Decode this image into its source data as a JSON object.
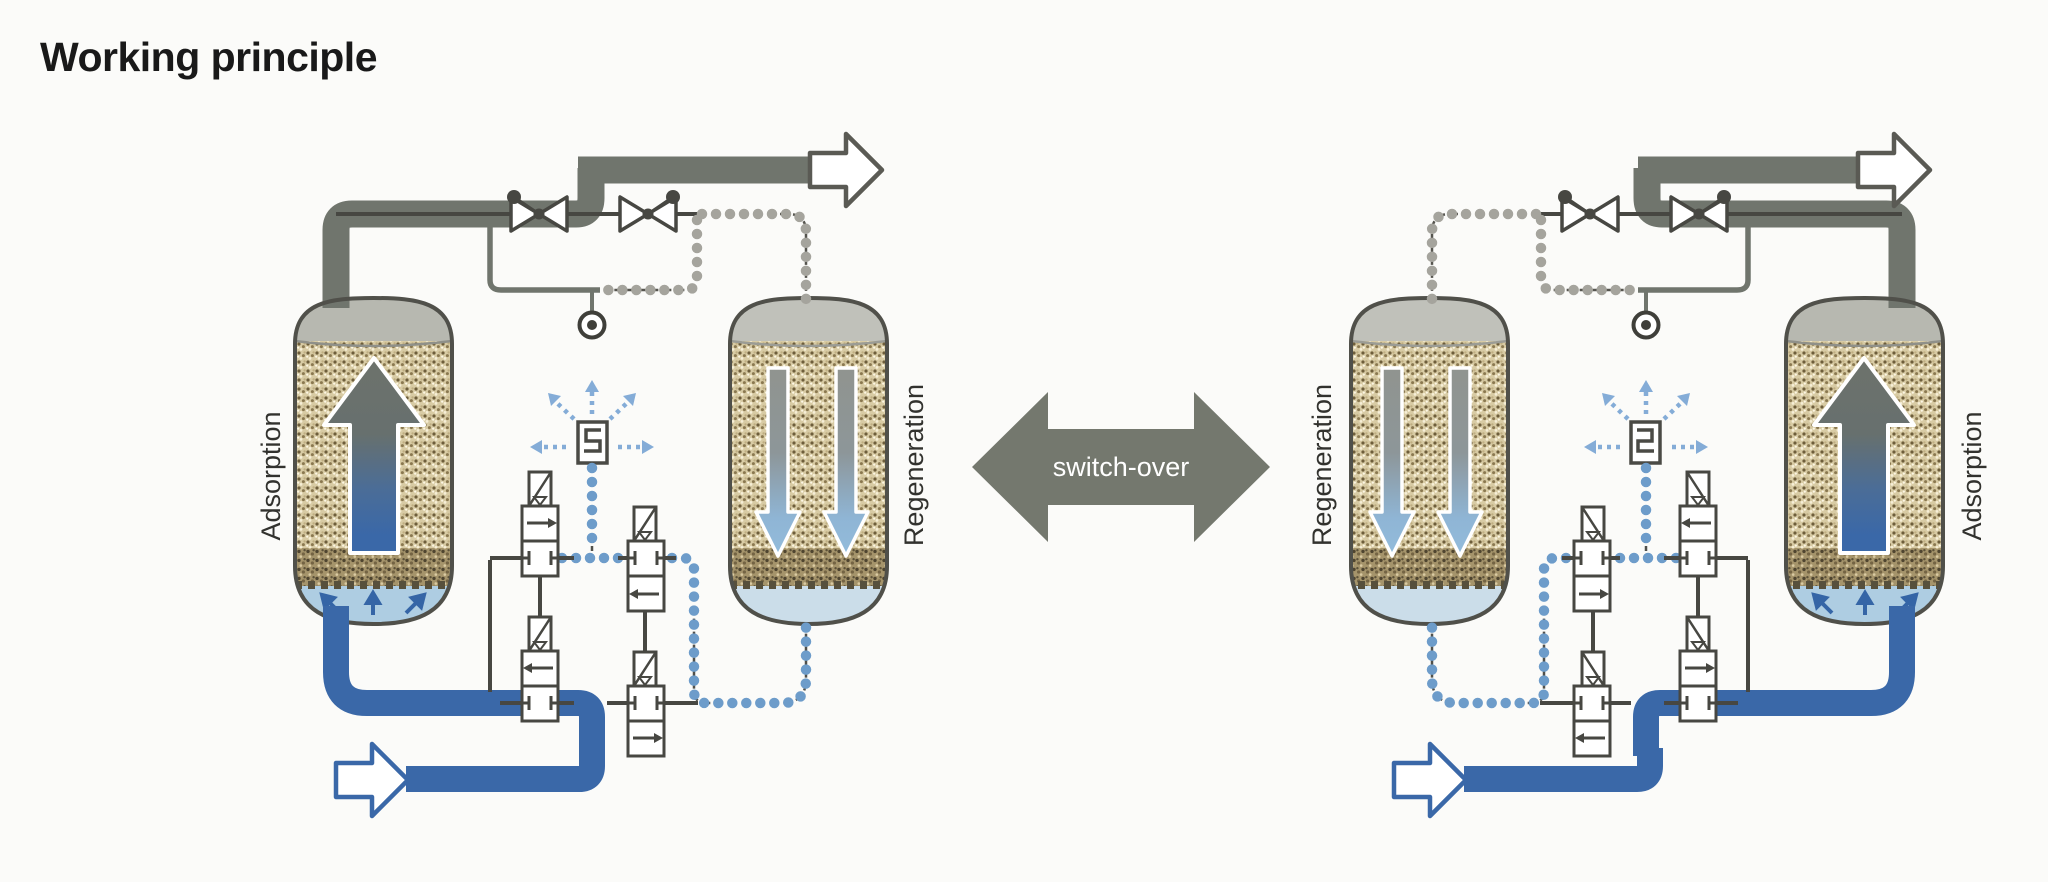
{
  "title": "Working principle",
  "switch_over": {
    "label": "switch-over"
  },
  "states": [
    {
      "id": "state-1",
      "vessels": [
        {
          "position": "left",
          "label": "Adsorption",
          "flow_direction": "up"
        },
        {
          "position": "right",
          "label": "Regeneration",
          "flow_direction": "down"
        }
      ]
    },
    {
      "id": "state-2",
      "vessels": [
        {
          "position": "left",
          "label": "Regeneration",
          "flow_direction": "down"
        },
        {
          "position": "right",
          "label": "Adsorption",
          "flow_direction": "up"
        }
      ]
    }
  ],
  "symbols": {
    "inlet_arrow": "flow-inlet-arrow",
    "outlet_arrow": "flow-outlet-arrow",
    "gate_valve": "gate-valve",
    "solenoid_valve": "solenoid-pilot-valve",
    "muffler": "purge-exhaust-muffler",
    "orifice": "purge-orifice",
    "switch_arrow": "double-headed-arrow",
    "purge_line": "dotted-purge-line"
  },
  "colors": {
    "background": "#fbfbf9",
    "pipe_gray": "#70756d",
    "pipe_blue": "#3a68a8",
    "bead_gray": "#a5a49d",
    "bead_blue": "#6d9cca",
    "exhaust_blue": "#84acd7",
    "desiccant": "#d8cba4",
    "desiccant_dark": "#a5946b",
    "liquid_adsorption": "#aecde2",
    "liquid_regeneration": "#cbdde9",
    "dome_gray": "#b9bab2",
    "outline_dark": "#474742",
    "switch_arrow_gray": "#74786e",
    "title_text": "#191919",
    "label_text": "#32322e"
  }
}
